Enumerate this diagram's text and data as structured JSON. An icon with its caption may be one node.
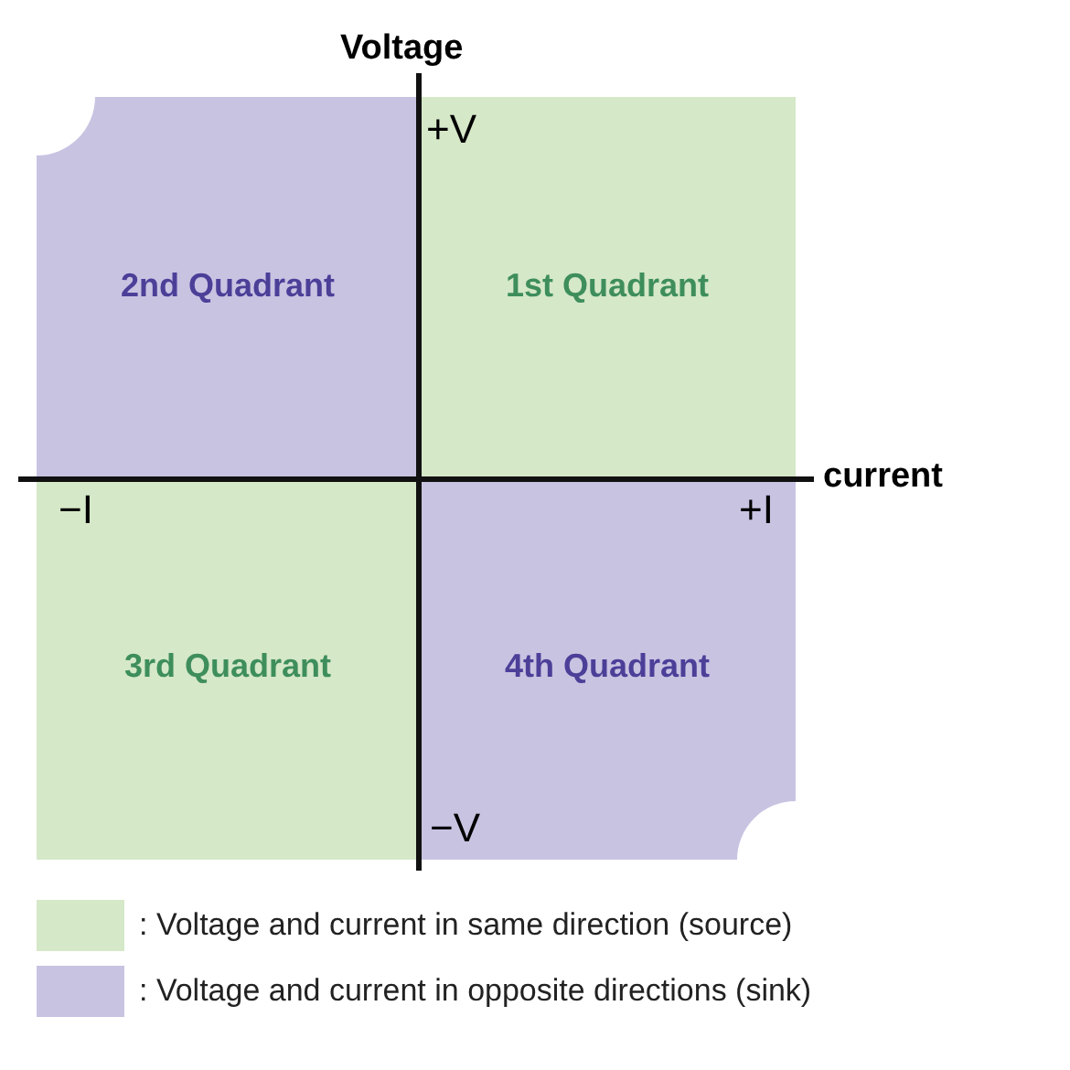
{
  "diagram": {
    "nodes": [
      {
        "text": [
          "2nd Quadrant"
        ]
      },
      {
        "text": [
          "1st Quadrant"
        ]
      },
      {
        "text": [
          "3rd Quadrant"
        ]
      },
      {
        "text": [
          "4th Quadrant"
        ]
      }
    ],
    "edges": [],
    "labels": [
      "Voltage",
      "+V",
      "current",
      "−I",
      "+I",
      "−V"
    ],
    "legend": [
      {
        "text": ": Voltage and current in same direction (source)",
        "color": "#d5e8c8"
      },
      {
        "text": ": Voltage and current in opposite directions (sink)",
        "color": "#c9c3e2"
      }
    ]
  }
}
